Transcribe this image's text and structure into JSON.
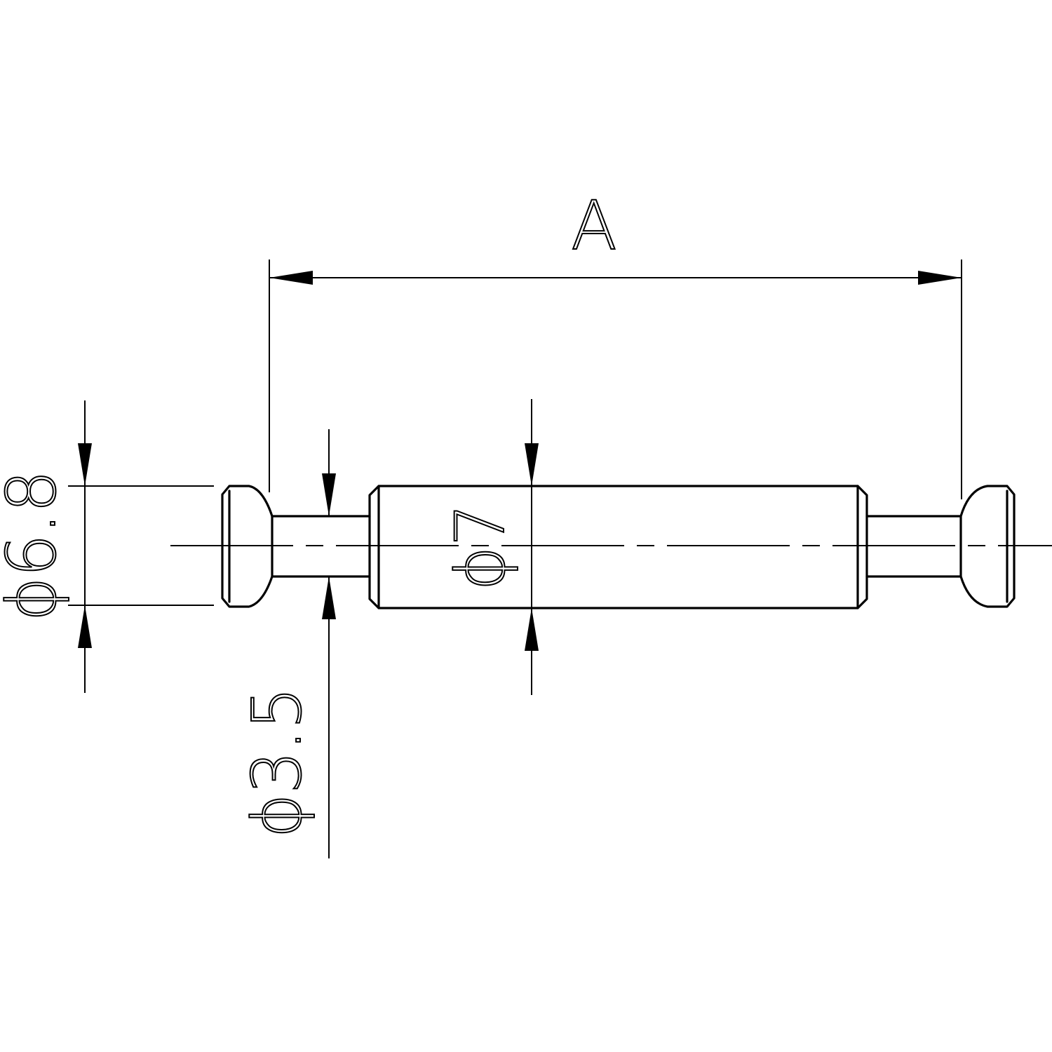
{
  "drawing": {
    "labels": {
      "overall_length": "A",
      "head_diameter": "ϕ6.8",
      "neck_diameter": "ϕ3.5",
      "body_diameter": "ϕ7"
    },
    "colors": {
      "line": "#000000",
      "background": "#ffffff"
    }
  }
}
